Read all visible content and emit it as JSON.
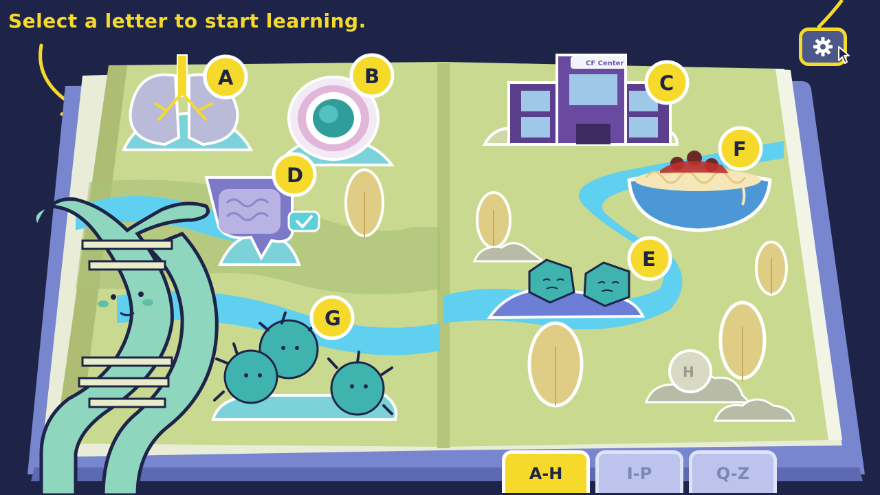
{
  "instruction": "Select a letter to start learning.",
  "colors": {
    "background": "#1e2447",
    "accent_yellow": "#f6da2b",
    "page_green": "#c9d98f",
    "river": "#5fd0ef",
    "dna_teal": "#8fd6bf"
  },
  "letters": {
    "A": {
      "label": "A",
      "topic": "lungs-icon"
    },
    "B": {
      "label": "B",
      "topic": "airway-icon"
    },
    "C": {
      "label": "C",
      "topic": "cf-center-building-icon",
      "sign": "CF Center"
    },
    "D": {
      "label": "D",
      "topic": "intestines-icon",
      "completed": true
    },
    "E": {
      "label": "E",
      "topic": "mucus-cells-icon"
    },
    "F": {
      "label": "F",
      "topic": "spaghetti-bowl-icon"
    },
    "G": {
      "label": "G",
      "topic": "germs-icon"
    },
    "H": {
      "label": "H",
      "topic": "locked-letter",
      "locked": true
    }
  },
  "tabs": [
    {
      "label": "A-H",
      "active": true
    },
    {
      "label": "I-P",
      "active": false
    },
    {
      "label": "Q-Z",
      "active": false
    }
  ],
  "settings": {
    "icon": "gear-icon"
  }
}
